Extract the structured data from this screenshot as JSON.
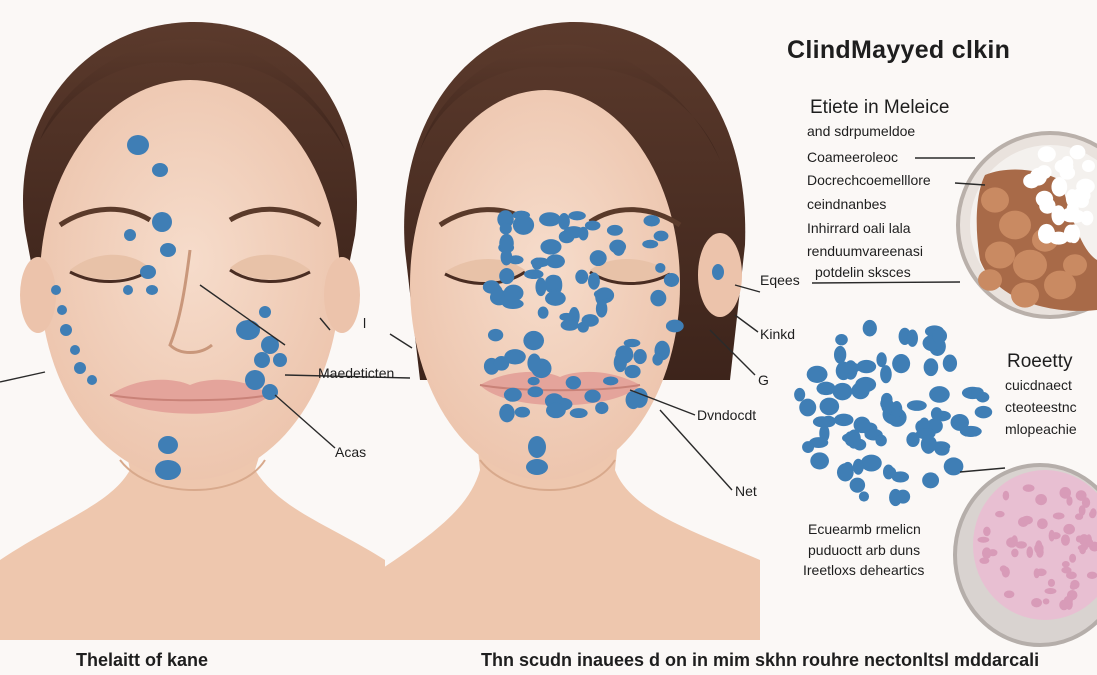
{
  "title": "ClindMayyed clkin",
  "panel_heading": "Etiete in Meleice",
  "panel_lines": [
    "and sdrpumeldoe",
    "Coameeroleoc",
    "Docrechcoemelllore",
    "ceindnanbes",
    "Inhirrard oali lala",
    "renduumvareenasi",
    "potdelin sksces"
  ],
  "face_labels": {
    "l": "l",
    "maedeticn": "Maedeticten",
    "acas": "Acas",
    "eques": "Eqees",
    "kinkd": "Kinkd",
    "g": "G",
    "dvndoch": "Dvndocdt",
    "net": "Net"
  },
  "right_group": {
    "heading": "Roeetty",
    "lines": [
      "cuicdnaect",
      "cteoteestnc",
      "mlopeachie"
    ]
  },
  "lower_group": {
    "lines": [
      "Ecuearmb rmelicn",
      "puduoctt arb duns",
      "Ireetloxs deheartics"
    ]
  },
  "captions": {
    "left": "Thelaitt of kane",
    "bottom": "Thn scudn inauees d on in mim skhn rouhre nectonltsl mddarcali"
  },
  "colors": {
    "skin": "#f2d3bf",
    "skin_shadow": "#e2b79d",
    "hair": "#4a2d22",
    "lesion": "#3f7eb5",
    "lips": "#e4a49b"
  }
}
